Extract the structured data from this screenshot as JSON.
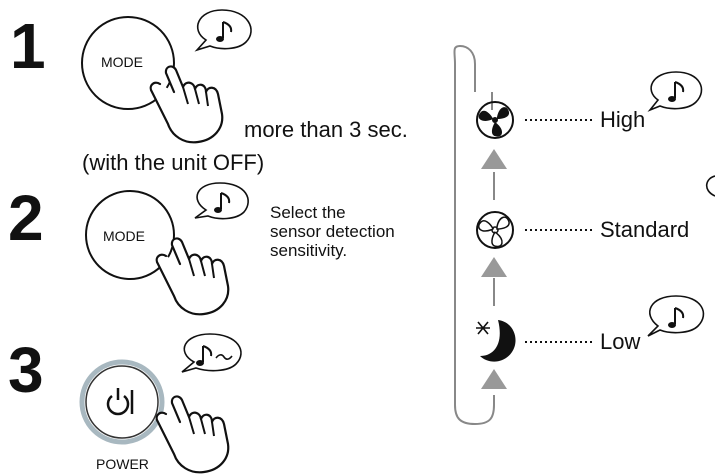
{
  "steps": [
    {
      "number": "1",
      "button_label": "MODE",
      "instruction": "more than 3 sec.",
      "note": "(with the unit OFF)"
    },
    {
      "number": "2",
      "button_label": "MODE",
      "instruction_lines": [
        "Select the",
        "sensor detection",
        "sensitivity."
      ]
    },
    {
      "number": "3",
      "button_label": "POWER"
    }
  ],
  "levels": [
    {
      "label": "High",
      "icon": "fan-icon"
    },
    {
      "label": "Standard",
      "icon": "fan-icon"
    },
    {
      "label": "Low",
      "icon": "moon-star-icon"
    }
  ],
  "sound_icon": "music-note-icon",
  "sound_long_icon": "music-note-tilde-icon"
}
